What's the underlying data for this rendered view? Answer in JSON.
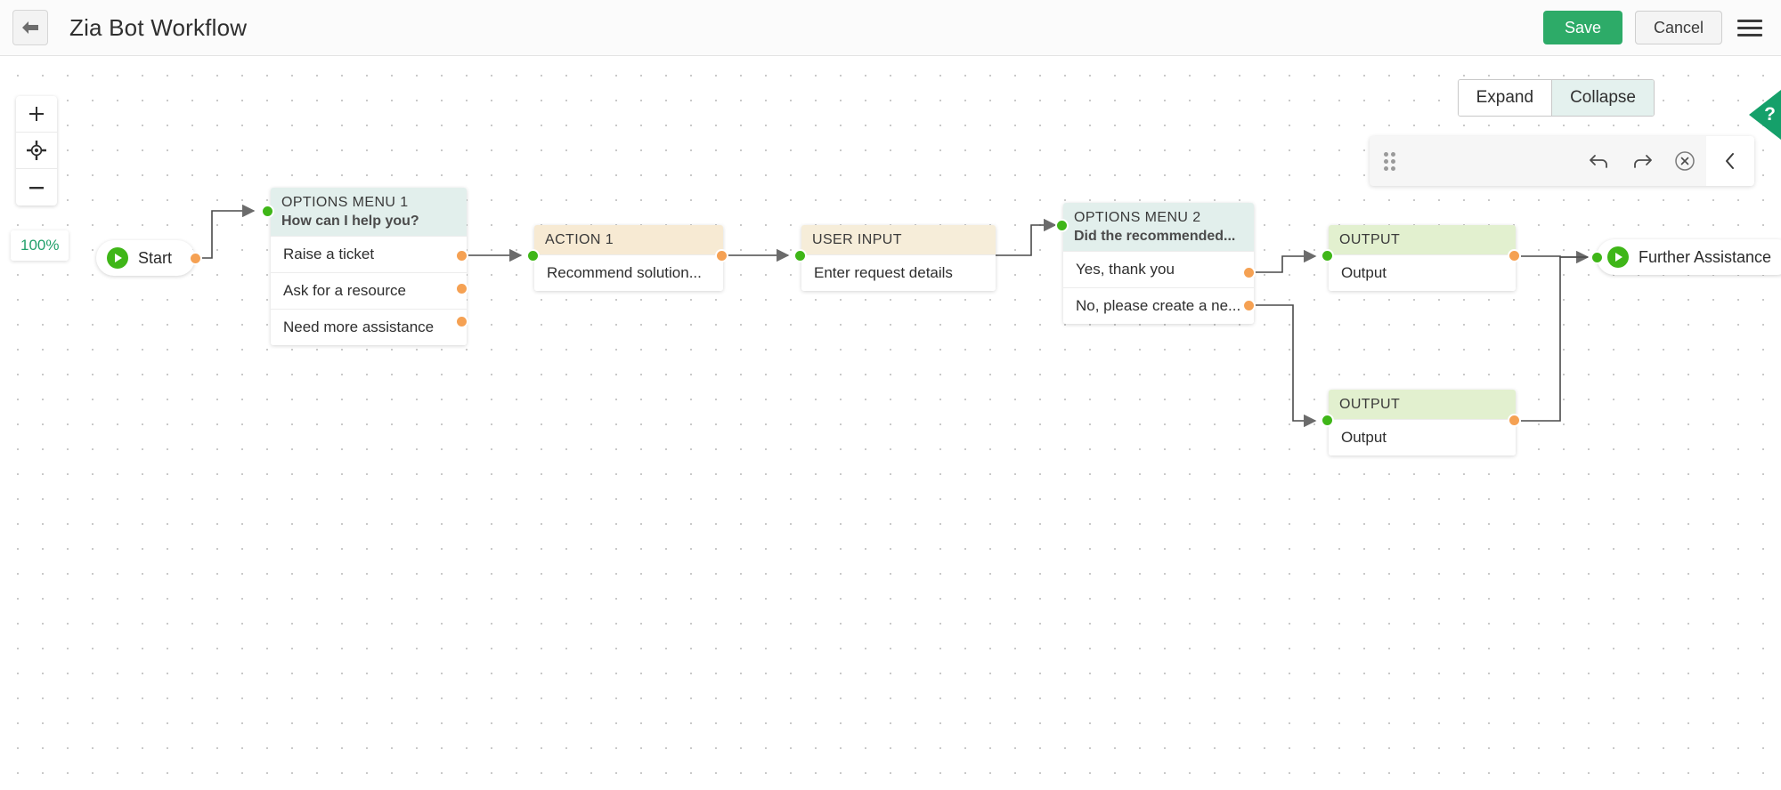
{
  "header": {
    "back_icon": "back-arrow-icon",
    "title": "Zia Bot Workflow",
    "save_label": "Save",
    "cancel_label": "Cancel",
    "menu_icon": "hamburger-icon",
    "save_color": "#2dab68"
  },
  "canvas": {
    "zoom": {
      "zoom_in_icon": "plus-icon",
      "recenter_icon": "crosshair-icon",
      "zoom_out_icon": "minus-icon",
      "level": "100%",
      "level_color": "#22a06b"
    },
    "view_toggle": {
      "expand_label": "Expand",
      "collapse_label": "Collapse",
      "active": "Collapse"
    },
    "help_tab": {
      "label": "?",
      "color": "#15a06a"
    },
    "toolbar": {
      "drag_handle_icon": "drag-dots-icon",
      "undo_icon": "undo-icon",
      "redo_icon": "redo-icon",
      "close_icon": "close-circle-icon",
      "collapse_icon": "chevron-left-icon"
    }
  },
  "nodes": {
    "start": {
      "label": "Start",
      "icon": "play-icon"
    },
    "options_menu_1": {
      "kind": "OPTIONS MENU 1",
      "subtitle": "How can I help you?",
      "options": [
        "Raise a ticket",
        "Ask for a resource",
        "Need more assistance"
      ]
    },
    "action_1": {
      "kind": "ACTION 1",
      "body": "Recommend solution..."
    },
    "user_input": {
      "kind": "USER INPUT",
      "body": "Enter request details"
    },
    "options_menu_2": {
      "kind": "OPTIONS MENU 2",
      "subtitle": "Did the recommended...",
      "options": [
        "Yes, thank you",
        "No, please create a ne..."
      ]
    },
    "output_1": {
      "kind": "OUTPUT",
      "body": "Output"
    },
    "output_2": {
      "kind": "OUTPUT",
      "body": "Output"
    },
    "further_assistance": {
      "label": "Further Assistance",
      "icon": "play-icon"
    }
  },
  "palette": {
    "menu_header": "#e2efec",
    "action_header": "#f7ead3",
    "input_header": "#f6edd9",
    "output_header": "#e2f0cf",
    "port_out": "#f5a153",
    "port_in": "#3fb618",
    "edge": "#4a4a4a"
  }
}
